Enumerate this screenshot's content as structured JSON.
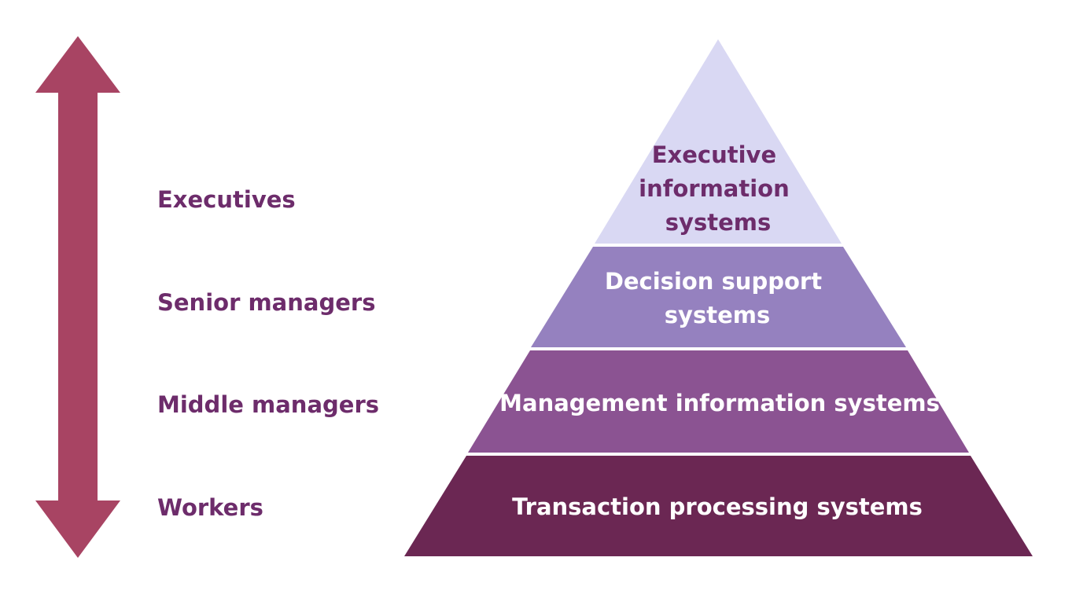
{
  "colors": {
    "arrow": "#a84463",
    "role_text": "#6d2c6b",
    "tier_1": "#d9d8f3",
    "tier_2": "#9581bf",
    "tier_3": "#8b5392",
    "tier_4": "#6b2753",
    "tier_1_text": "#6d2c6b",
    "tier_other_text": "#ffffff"
  },
  "roles": [
    {
      "label": "Executives"
    },
    {
      "label": "Senior managers"
    },
    {
      "label": "Middle managers"
    },
    {
      "label": "Workers"
    }
  ],
  "pyramid": {
    "tiers": [
      {
        "lines": [
          "Executive",
          "information",
          "systems"
        ]
      },
      {
        "lines": [
          "Decision support",
          "systems"
        ]
      },
      {
        "lines": [
          "Management information systems"
        ]
      },
      {
        "lines": [
          "Transaction processing systems"
        ]
      }
    ]
  }
}
